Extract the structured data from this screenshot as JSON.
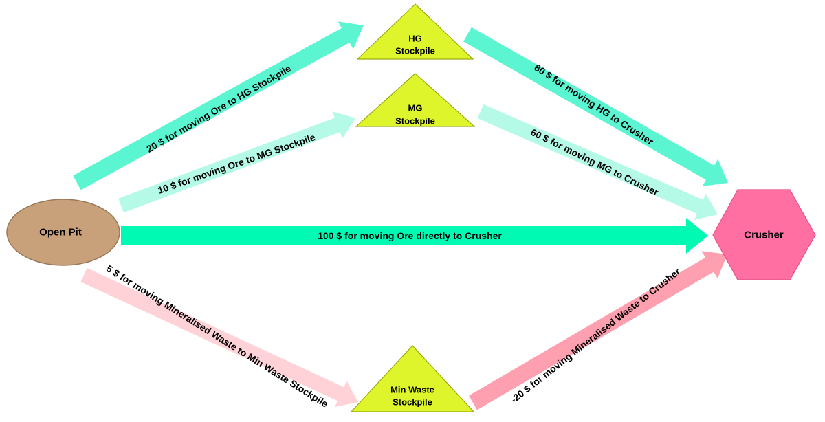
{
  "nodes": {
    "open_pit": {
      "label": "Open Pit",
      "color": "#C8A07A"
    },
    "hg_stockpile": {
      "label_line1": "HG",
      "label_line2": "Stockpile",
      "color": "#DDF52A"
    },
    "mg_stockpile": {
      "label_line1": "MG",
      "label_line2": "Stockpile",
      "color": "#DDF52A"
    },
    "min_waste_stockpile": {
      "label_line1": "Min Waste",
      "label_line2": "Stockpile",
      "color": "#DDF52A"
    },
    "crusher": {
      "label": "Crusher",
      "color": "#FF6FA2"
    }
  },
  "arrows": {
    "ore_to_hg": {
      "label": "20 $ for moving Ore to HG Stockpile",
      "color": "#5CF5D2"
    },
    "ore_to_mg": {
      "label": "10 $ for moving Ore to MG Stockpile",
      "color": "#B4FAE6"
    },
    "ore_to_crusher": {
      "label": "100 $ for moving Ore directly to Crusher",
      "color": "#00FAB4"
    },
    "hg_to_crusher": {
      "label": "80 $ for moving HG to Crusher",
      "color": "#5CF5D2"
    },
    "mg_to_crusher": {
      "label": "60 $ for moving MG to Crusher",
      "color": "#B4FAE6"
    },
    "waste_to_minwaste": {
      "label": "5 $ for moving Mineralised Waste to Min Waste Stockpile",
      "color": "#FFD2D8"
    },
    "minwaste_to_crusher": {
      "label": "-20 $ for moving Mineralised Waste to Crusher",
      "color": "#FFA0B0"
    }
  }
}
